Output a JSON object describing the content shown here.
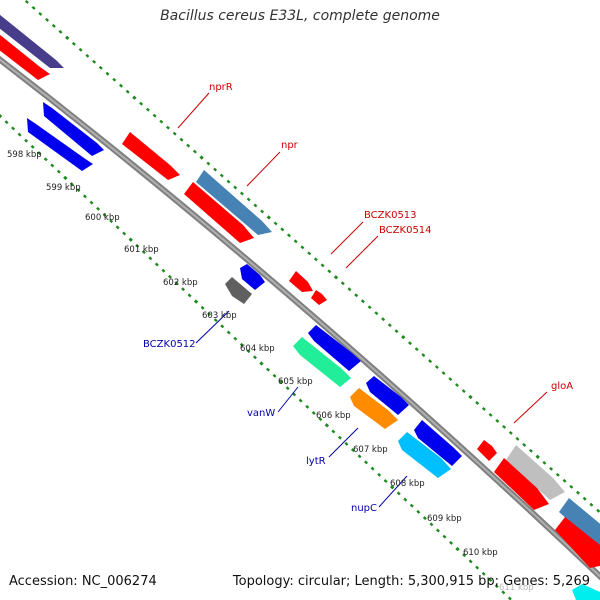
{
  "title": "Bacillus cereus E33L, complete genome",
  "footer": {
    "accession": "Accession: NC_006274",
    "summary": "Topology: circular; Length: 5,300,915 bp; Genes: 5,269"
  },
  "colors": {
    "backbone": "#8c8c8c",
    "tick_dots": "#1f8a1f",
    "forward_label": "#cc0000",
    "reverse_label": "#0000aa",
    "red": "#ff0000",
    "blue": "#0000ee",
    "steel_blue": "#4682b4",
    "indigo": "#483d8b",
    "gray": "#606060",
    "light_gray": "#bfbfbf",
    "spring_green": "#22ee99",
    "orange": "#ff8c00",
    "cyan": "#00bfff",
    "aqua": "#00eeee"
  },
  "kbp_ticks": [
    "598 kbp",
    "599 kbp",
    "600 kbp",
    "601 kbp",
    "602 kbp",
    "603 kbp",
    "604 kbp",
    "605 kbp",
    "606 kbp",
    "607 kbp",
    "608 kbp",
    "609 kbp",
    "610 kbp",
    "611 kbp"
  ],
  "gene_labels": {
    "forward": [
      "nprR",
      "npr",
      "BCZK0513",
      "BCZK0514",
      "gloA"
    ],
    "reverse": [
      "BCZK0512",
      "vanW",
      "lytR",
      "nupC"
    ]
  }
}
